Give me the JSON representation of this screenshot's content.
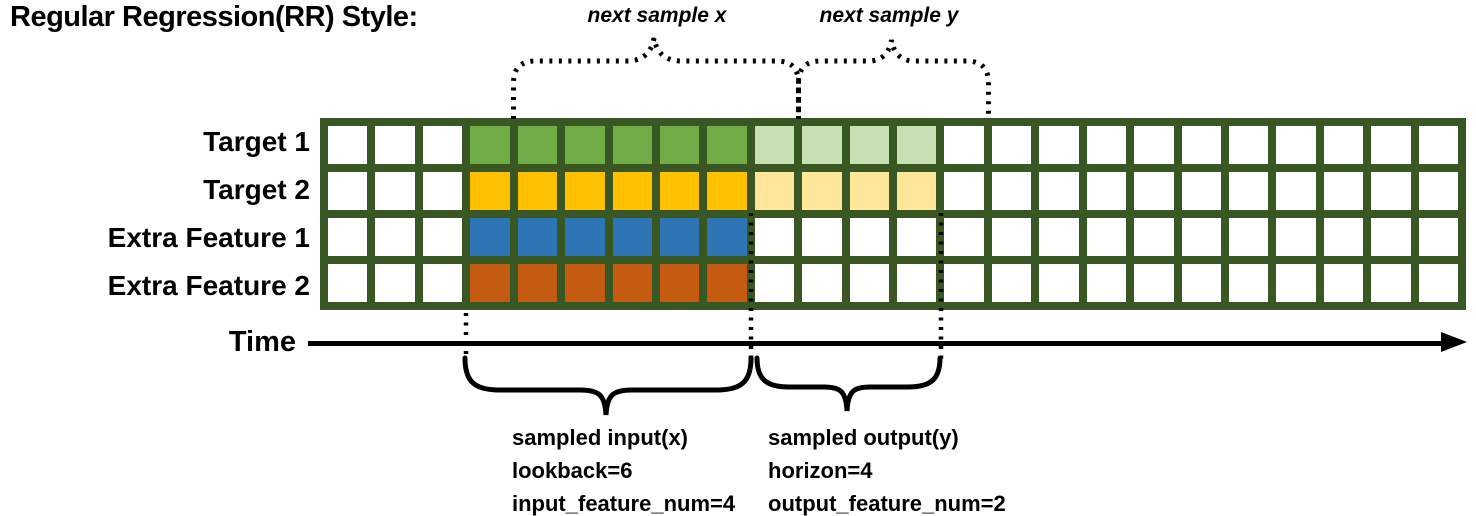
{
  "title": "Regular Regression(RR) Style:",
  "annotations": {
    "next_sample_x": "next sample x",
    "next_sample_y": "next sample y"
  },
  "rows": [
    {
      "label": "Target 1",
      "lookback_color": "#70AD47",
      "horizon_color": "#C6E0B4"
    },
    {
      "label": "Target 2",
      "lookback_color": "#FFC000",
      "horizon_color": "#FFE699"
    },
    {
      "label": "Extra Feature 1",
      "lookback_color": "#2E75B6"
    },
    {
      "label": "Extra Feature 2",
      "lookback_color": "#C55A11"
    }
  ],
  "grid": {
    "columns": 24,
    "lead_empty_columns": 3,
    "lookback": 6,
    "horizon": 4,
    "line_color": "#385723",
    "empty_cell_color": "#ffffff"
  },
  "time_axis": {
    "label": "Time"
  },
  "input_annotation": {
    "lines": [
      "sampled input(x)",
      "lookback=6",
      "input_feature_num=4"
    ]
  },
  "output_annotation": {
    "lines": [
      "sampled output(y)",
      "horizon=4",
      "output_feature_num=2"
    ]
  }
}
